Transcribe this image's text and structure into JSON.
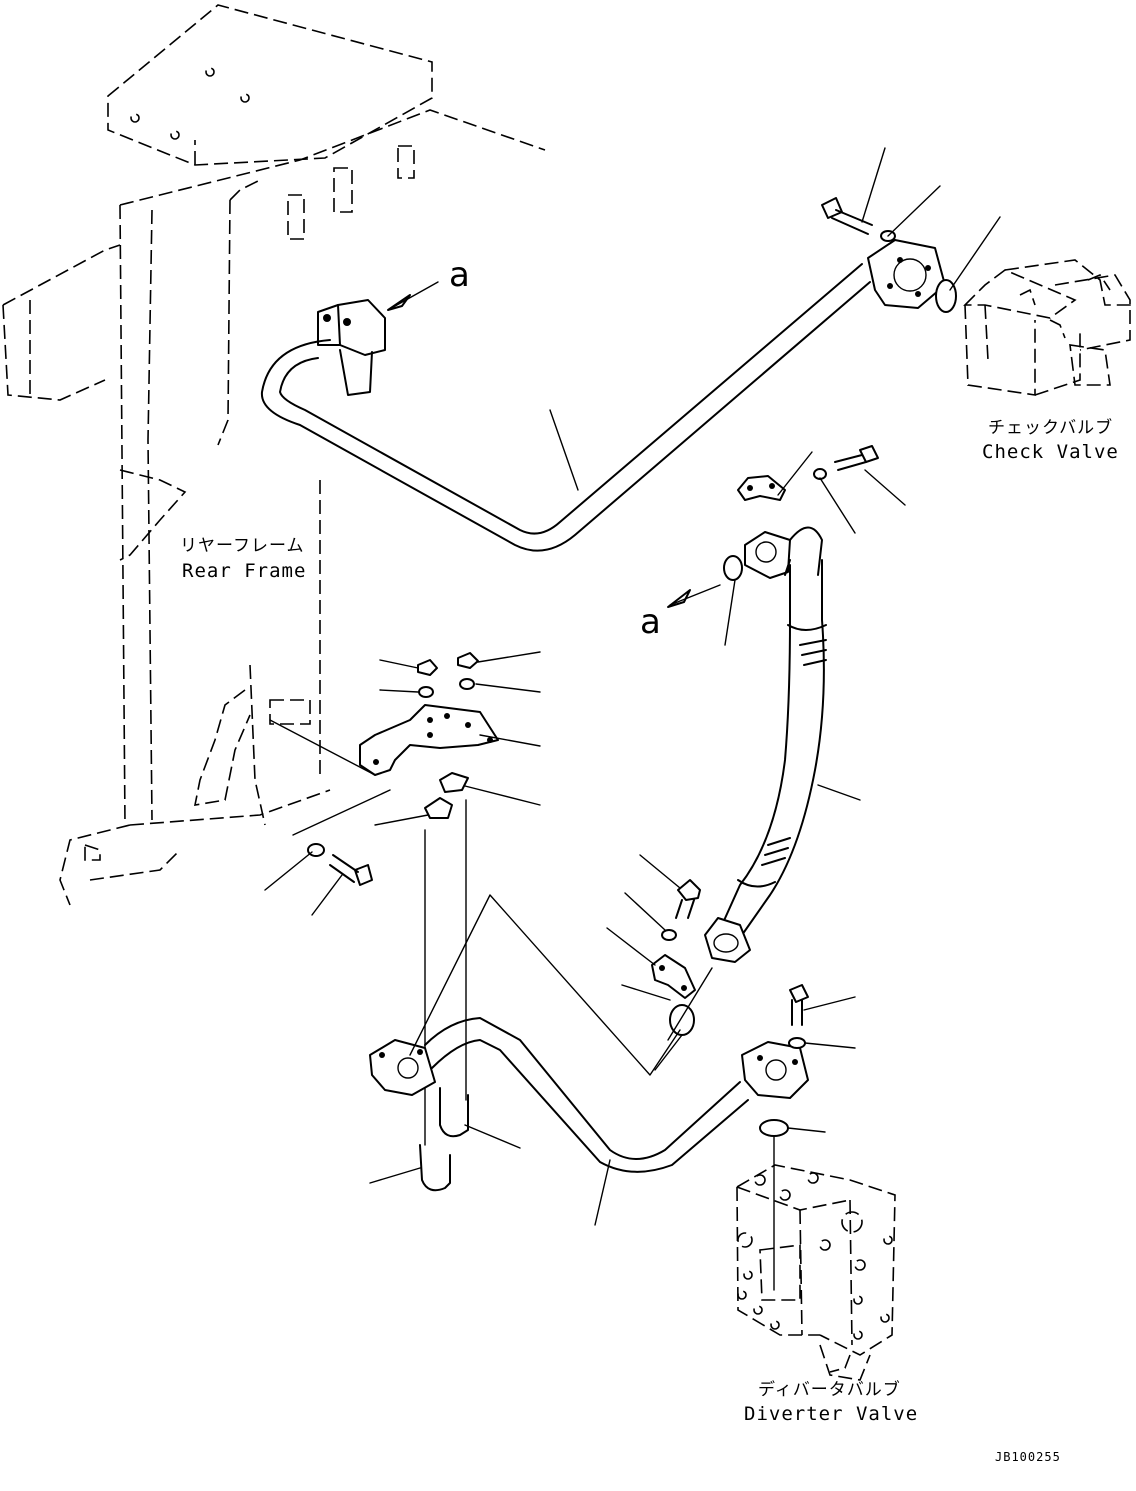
{
  "labels": {
    "check_valve_jp": "チェックバルブ",
    "check_valve_en": "Check Valve",
    "rear_frame_jp": "リヤーフレーム",
    "rear_frame_en": "Rear Frame",
    "diverter_valve_jp": "ディバータバルブ",
    "diverter_valve_en": "Diverter Valve"
  },
  "view_refs": {
    "ref_top": "a",
    "ref_mid": "a"
  },
  "drawing_code": "JB100255"
}
